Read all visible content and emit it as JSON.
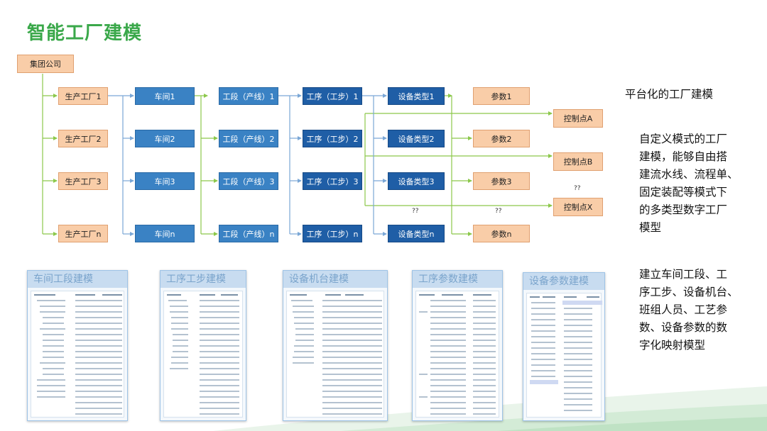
{
  "title": "智能工厂建模",
  "root": "集团公司",
  "factories": [
    "生产工厂1",
    "生产工厂2",
    "生产工厂3",
    "生产工厂n"
  ],
  "workshops": [
    "车间1",
    "车间2",
    "车间3",
    "车间n"
  ],
  "sections": [
    "工段（产线）1",
    "工段（产线）2",
    "工段（产线）3",
    "工段（产线）n"
  ],
  "processes": [
    "工序（工步）1",
    "工序（工步）2",
    "工序（工步）3",
    "工序（工步）n"
  ],
  "equipment_types": [
    "设备类型1",
    "设备类型2",
    "设备类型3",
    "设备类型n"
  ],
  "params": [
    "参数1",
    "参数2",
    "参数3",
    "参数n"
  ],
  "control_points": [
    "控制点A",
    "控制点B",
    "控制点X"
  ],
  "unknown_marks": [
    "??",
    "??",
    "??"
  ],
  "side_text": {
    "heading": "平台化的工厂建模",
    "para1": [
      "自定义模式的工厂",
      "建模，能够自由搭",
      "建流水线、流程单、",
      "固定装配等模式下",
      "的多类型数字工厂",
      "模型"
    ],
    "para2": [
      "建立车间工段、工",
      "序工步、设备机台、",
      "班组人员、工艺参",
      "数、设备参数的数",
      "字化映射模型"
    ]
  },
  "thumbnails": [
    "车间工段建模",
    "工序工步建模",
    "设备机台建模",
    "工序参数建模",
    "设备参数建模"
  ],
  "colors": {
    "title_green": "#3aa84a",
    "peach": "#f9cda8",
    "blue": "#3a82c4",
    "dark_blue": "#1f5ea6",
    "line_green": "#8cc84b",
    "line_blue": "#7aa7d6"
  }
}
